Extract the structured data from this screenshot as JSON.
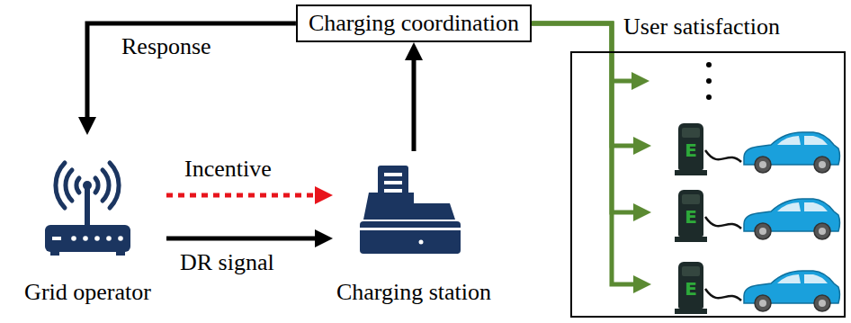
{
  "diagram": {
    "nodes": [
      {
        "text": [
          "Charging coordination"
        ]
      },
      {
        "text": [
          "Grid operator"
        ]
      },
      {
        "text": [
          "Charging station"
        ]
      },
      {
        "text": [
          "User satisfaction"
        ]
      },
      {
        "text": [
          "E"
        ],
        "in": 3
      },
      {
        "text": [
          "E"
        ],
        "in": 3
      },
      {
        "text": [
          "E"
        ],
        "in": 3
      }
    ],
    "edges": [
      {
        "from": 0,
        "to": 1,
        "label": "Response",
        "arrow": "to"
      },
      {
        "from": 1,
        "to": 2,
        "label": "Incentive",
        "arrow": "to"
      },
      {
        "from": 1,
        "to": 2,
        "label": "DR signal",
        "arrow": "to"
      },
      {
        "from": 2,
        "to": 0,
        "arrow": "to"
      },
      {
        "from": 0,
        "to": 4,
        "arrow": "to"
      },
      {
        "from": 0,
        "to": 5,
        "arrow": "to"
      },
      {
        "from": 0,
        "to": 6,
        "arrow": "to"
      }
    ]
  }
}
